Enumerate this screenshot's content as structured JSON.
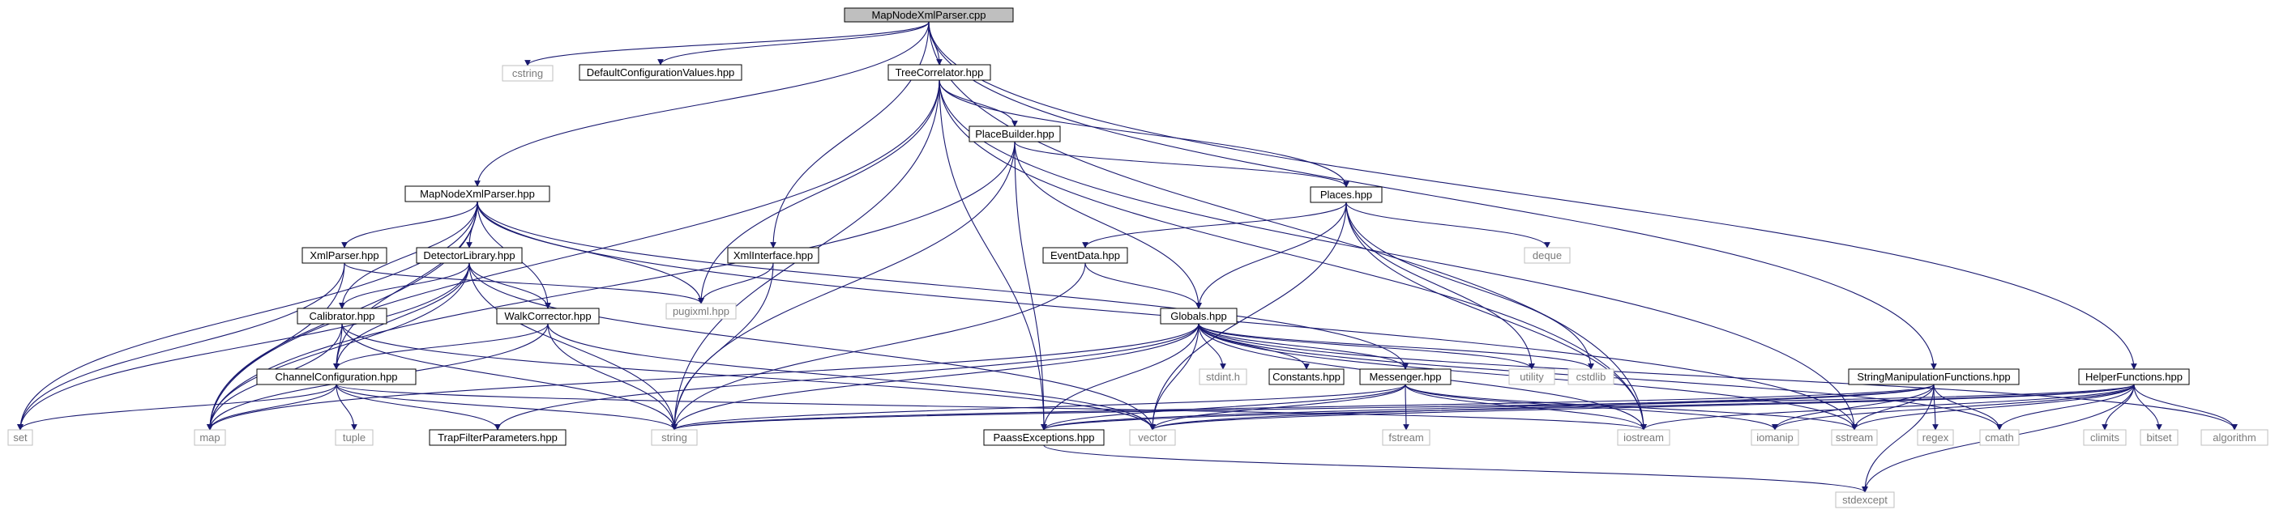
{
  "diagram": {
    "type": "include-dependency-graph",
    "edge_color": "#191970",
    "root_fill": "#bfbfbf",
    "external_border": "#bfbfbf",
    "nodes": [
      {
        "id": "root",
        "label": "MapNodeXmlParser.cpp",
        "kind": "root"
      },
      {
        "id": "cstring",
        "label": "cstring",
        "kind": "external"
      },
      {
        "id": "defcfg",
        "label": "DefaultConfigurationValues.hpp",
        "kind": "local"
      },
      {
        "id": "treecorr",
        "label": "TreeCorrelator.hpp",
        "kind": "local"
      },
      {
        "id": "placebuilder",
        "label": "PlaceBuilder.hpp",
        "kind": "local"
      },
      {
        "id": "places",
        "label": "Places.hpp",
        "kind": "local"
      },
      {
        "id": "mnxp",
        "label": "MapNodeXmlParser.hpp",
        "kind": "local"
      },
      {
        "id": "xmlparser",
        "label": "XmlParser.hpp",
        "kind": "local"
      },
      {
        "id": "detlib",
        "label": "DetectorLibrary.hpp",
        "kind": "local"
      },
      {
        "id": "xmliface",
        "label": "XmlInterface.hpp",
        "kind": "local"
      },
      {
        "id": "pugixml",
        "label": "pugixml.hpp",
        "kind": "external"
      },
      {
        "id": "eventdata",
        "label": "EventData.hpp",
        "kind": "local"
      },
      {
        "id": "deque",
        "label": "deque",
        "kind": "external"
      },
      {
        "id": "calibrator",
        "label": "Calibrator.hpp",
        "kind": "local"
      },
      {
        "id": "walkcorr",
        "label": "WalkCorrector.hpp",
        "kind": "local"
      },
      {
        "id": "globals",
        "label": "Globals.hpp",
        "kind": "local"
      },
      {
        "id": "utility",
        "label": "utility",
        "kind": "external"
      },
      {
        "id": "cstdlib",
        "label": "cstdlib",
        "kind": "external"
      },
      {
        "id": "chancfg",
        "label": "ChannelConfiguration.hpp",
        "kind": "local"
      },
      {
        "id": "stdint",
        "label": "stdint.h",
        "kind": "external"
      },
      {
        "id": "constants",
        "label": "Constants.hpp",
        "kind": "local"
      },
      {
        "id": "messenger",
        "label": "Messenger.hpp",
        "kind": "local"
      },
      {
        "id": "smf",
        "label": "StringManipulationFunctions.hpp",
        "kind": "local"
      },
      {
        "id": "helper",
        "label": "HelperFunctions.hpp",
        "kind": "local"
      },
      {
        "id": "set",
        "label": "set",
        "kind": "external"
      },
      {
        "id": "map",
        "label": "map",
        "kind": "external"
      },
      {
        "id": "tuple",
        "label": "tuple",
        "kind": "external"
      },
      {
        "id": "trapfilter",
        "label": "TrapFilterParameters.hpp",
        "kind": "local"
      },
      {
        "id": "string",
        "label": "string",
        "kind": "external"
      },
      {
        "id": "vector",
        "label": "vector",
        "kind": "external"
      },
      {
        "id": "paassexc",
        "label": "PaassExceptions.hpp",
        "kind": "local"
      },
      {
        "id": "fstream",
        "label": "fstream",
        "kind": "external"
      },
      {
        "id": "iostream",
        "label": "iostream",
        "kind": "external"
      },
      {
        "id": "iomanip",
        "label": "iomanip",
        "kind": "external"
      },
      {
        "id": "sstream",
        "label": "sstream",
        "kind": "external"
      },
      {
        "id": "regex",
        "label": "regex",
        "kind": "external"
      },
      {
        "id": "cmath",
        "label": "cmath",
        "kind": "external"
      },
      {
        "id": "climits",
        "label": "climits",
        "kind": "external"
      },
      {
        "id": "bitset",
        "label": "bitset",
        "kind": "external"
      },
      {
        "id": "algorithm",
        "label": "algorithm",
        "kind": "external"
      },
      {
        "id": "stdexcept",
        "label": "stdexcept",
        "kind": "external"
      }
    ],
    "edges": [
      [
        "root",
        "cstring"
      ],
      [
        "root",
        "defcfg"
      ],
      [
        "root",
        "treecorr"
      ],
      [
        "root",
        "mnxp"
      ],
      [
        "root",
        "xmliface"
      ],
      [
        "root",
        "iostream"
      ],
      [
        "root",
        "smf"
      ],
      [
        "root",
        "helper"
      ],
      [
        "treecorr",
        "placebuilder"
      ],
      [
        "treecorr",
        "places"
      ],
      [
        "treecorr",
        "map"
      ],
      [
        "treecorr",
        "pugixml"
      ],
      [
        "treecorr",
        "string"
      ],
      [
        "treecorr",
        "paassexc"
      ],
      [
        "treecorr",
        "iostream"
      ],
      [
        "treecorr",
        "sstream"
      ],
      [
        "placebuilder",
        "places"
      ],
      [
        "placebuilder",
        "globals"
      ],
      [
        "placebuilder",
        "map"
      ],
      [
        "placebuilder",
        "string"
      ],
      [
        "placebuilder",
        "paassexc"
      ],
      [
        "places",
        "eventdata"
      ],
      [
        "places",
        "globals"
      ],
      [
        "places",
        "deque"
      ],
      [
        "places",
        "utility"
      ],
      [
        "places",
        "cstdlib"
      ],
      [
        "places",
        "vector"
      ],
      [
        "places",
        "iostream"
      ],
      [
        "mnxp",
        "xmlparser"
      ],
      [
        "mnxp",
        "detlib"
      ],
      [
        "mnxp",
        "calibrator"
      ],
      [
        "mnxp",
        "walkcorr"
      ],
      [
        "mnxp",
        "chancfg"
      ],
      [
        "mnxp",
        "messenger"
      ],
      [
        "mnxp",
        "pugixml"
      ],
      [
        "mnxp",
        "set"
      ],
      [
        "mnxp",
        "map"
      ],
      [
        "mnxp",
        "sstream"
      ],
      [
        "xmlparser",
        "pugixml"
      ],
      [
        "xmlparser",
        "set"
      ],
      [
        "xmlparser",
        "map"
      ],
      [
        "detlib",
        "calibrator"
      ],
      [
        "detlib",
        "walkcorr"
      ],
      [
        "detlib",
        "chancfg"
      ],
      [
        "detlib",
        "set"
      ],
      [
        "detlib",
        "map"
      ],
      [
        "detlib",
        "string"
      ],
      [
        "detlib",
        "vector"
      ],
      [
        "xmliface",
        "pugixml"
      ],
      [
        "xmliface",
        "string"
      ],
      [
        "eventdata",
        "globals"
      ],
      [
        "eventdata",
        "string"
      ],
      [
        "calibrator",
        "chancfg"
      ],
      [
        "calibrator",
        "map"
      ],
      [
        "calibrator",
        "string"
      ],
      [
        "calibrator",
        "vector"
      ],
      [
        "walkcorr",
        "chancfg"
      ],
      [
        "walkcorr",
        "map"
      ],
      [
        "walkcorr",
        "string"
      ],
      [
        "walkcorr",
        "vector"
      ],
      [
        "globals",
        "stdint"
      ],
      [
        "globals",
        "constants"
      ],
      [
        "globals",
        "messenger"
      ],
      [
        "globals",
        "utility"
      ],
      [
        "globals",
        "cstdlib"
      ],
      [
        "globals",
        "map"
      ],
      [
        "globals",
        "string"
      ],
      [
        "globals",
        "vector"
      ],
      [
        "globals",
        "paassexc"
      ],
      [
        "globals",
        "trapfilter"
      ],
      [
        "globals",
        "iostream"
      ],
      [
        "globals",
        "sstream"
      ],
      [
        "globals",
        "cmath"
      ],
      [
        "globals",
        "algorithm"
      ],
      [
        "chancfg",
        "trapfilter"
      ],
      [
        "chancfg",
        "set"
      ],
      [
        "chancfg",
        "map"
      ],
      [
        "chancfg",
        "tuple"
      ],
      [
        "chancfg",
        "string"
      ],
      [
        "chancfg",
        "iostream"
      ],
      [
        "messenger",
        "fstream"
      ],
      [
        "messenger",
        "string"
      ],
      [
        "messenger",
        "vector"
      ],
      [
        "messenger",
        "paassexc"
      ],
      [
        "messenger",
        "iostream"
      ],
      [
        "messenger",
        "iomanip"
      ],
      [
        "messenger",
        "sstream"
      ],
      [
        "smf",
        "string"
      ],
      [
        "smf",
        "vector"
      ],
      [
        "smf",
        "iomanip"
      ],
      [
        "smf",
        "sstream"
      ],
      [
        "smf",
        "regex"
      ],
      [
        "smf",
        "cmath"
      ],
      [
        "smf",
        "stdexcept"
      ],
      [
        "smf",
        "paassexc"
      ],
      [
        "helper",
        "string"
      ],
      [
        "helper",
        "vector"
      ],
      [
        "helper",
        "iostream"
      ],
      [
        "helper",
        "iomanip"
      ],
      [
        "helper",
        "sstream"
      ],
      [
        "helper",
        "cmath"
      ],
      [
        "helper",
        "climits"
      ],
      [
        "helper",
        "bitset"
      ],
      [
        "helper",
        "algorithm"
      ],
      [
        "helper",
        "stdexcept"
      ],
      [
        "helper",
        "paassexc"
      ],
      [
        "paassexc",
        "stdexcept"
      ]
    ]
  }
}
